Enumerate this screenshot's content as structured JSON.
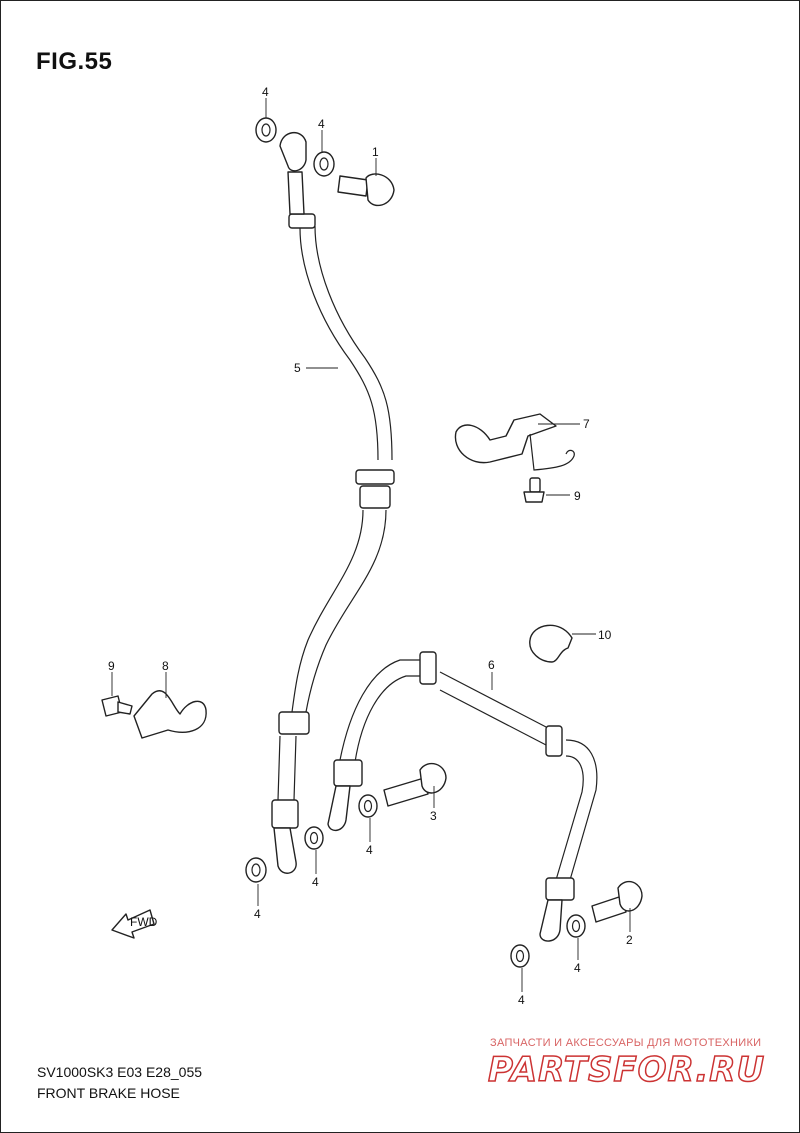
{
  "figure": {
    "title": "FIG.55",
    "code": "SV1000SK3 E03 E28_055",
    "caption": "FRONT BRAKE HOSE"
  },
  "callouts": {
    "c1": "1",
    "c2": "2",
    "c3": "3",
    "c4a": "4",
    "c4b": "4",
    "c4c": "4",
    "c4d": "4",
    "c4e": "4",
    "c4f": "4",
    "c4g": "4",
    "c5": "5",
    "c6": "6",
    "c7": "7",
    "c8": "8",
    "c9a": "9",
    "c9b": "9",
    "c10": "10"
  },
  "fwd_label": "FWD",
  "watermark": {
    "tagline": "ЗАПЧАСТИ И АКСЕССУАРЫ ДЛЯ МОТОТЕХНИКИ",
    "brand": "PARTSFOR.RU",
    "color": "#cc3333"
  }
}
